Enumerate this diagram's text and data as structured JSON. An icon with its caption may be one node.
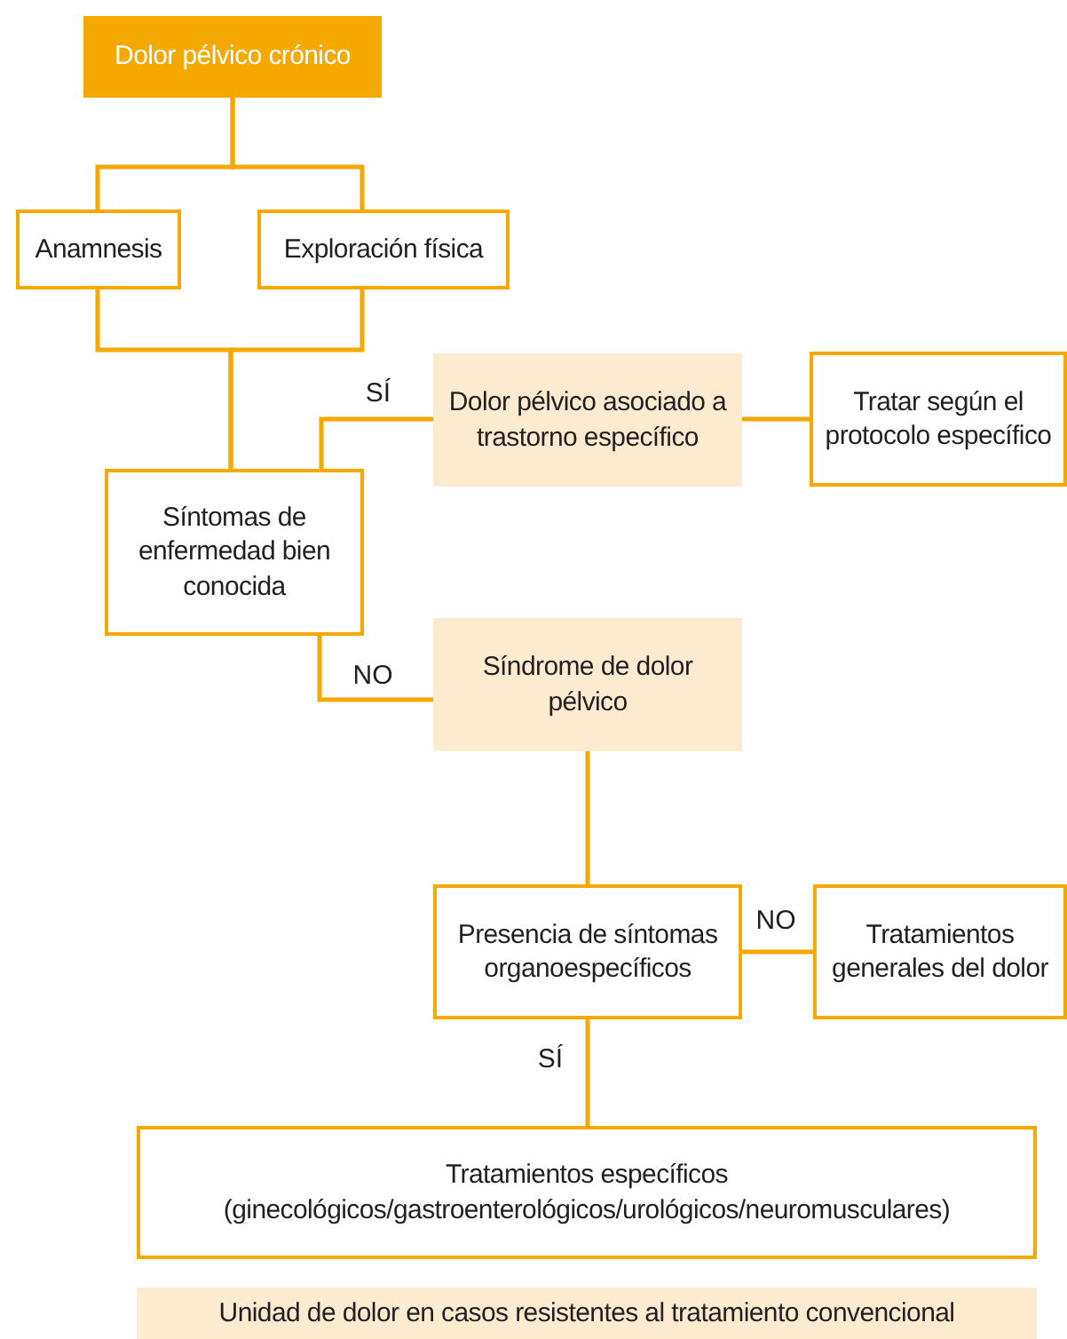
{
  "diagram": {
    "nodes": [
      {
        "text": [
          "Dolor pélvico crónico"
        ]
      },
      {
        "text": [
          "Anamnesis"
        ]
      },
      {
        "text": [
          "Exploración física"
        ]
      },
      {
        "text": [
          "Dolor pélvico asociado a trastorno específico"
        ]
      },
      {
        "text": [
          "Tratar según el protocolo específico"
        ]
      },
      {
        "text": [
          "Síntomas de enfermedad bien conocida"
        ]
      },
      {
        "text": [
          "Síndrome de dolor pélvico"
        ]
      },
      {
        "text": [
          "Presencia de síntomas organoespecíficos"
        ]
      },
      {
        "text": [
          "Tratamientos generales del dolor"
        ]
      },
      {
        "text": [
          "Tratamientos específicos (ginecológicos/gastroenterológicos/urológicos/neuromusculares)"
        ]
      },
      {
        "text": [
          "Unidad de dolor en casos resistentes al tratamiento convencional"
        ]
      }
    ],
    "edges": [
      {
        "from": 0,
        "to": 1,
        "arrow": "none"
      },
      {
        "from": 0,
        "to": 2,
        "arrow": "none"
      },
      {
        "from": 1,
        "to": 5,
        "arrow": "none"
      },
      {
        "from": 2,
        "to": 5,
        "arrow": "none"
      },
      {
        "from": 5,
        "to": 3,
        "arrow": "none",
        "label": "SÍ"
      },
      {
        "from": 3,
        "to": 4,
        "arrow": "none"
      },
      {
        "from": 5,
        "to": 6,
        "arrow": "none",
        "label": "NO"
      },
      {
        "from": 6,
        "to": 7,
        "arrow": "none"
      },
      {
        "from": 7,
        "to": 8,
        "arrow": "none",
        "label": "NO"
      },
      {
        "from": 7,
        "to": 9,
        "arrow": "none",
        "label": "SÍ"
      }
    ]
  }
}
